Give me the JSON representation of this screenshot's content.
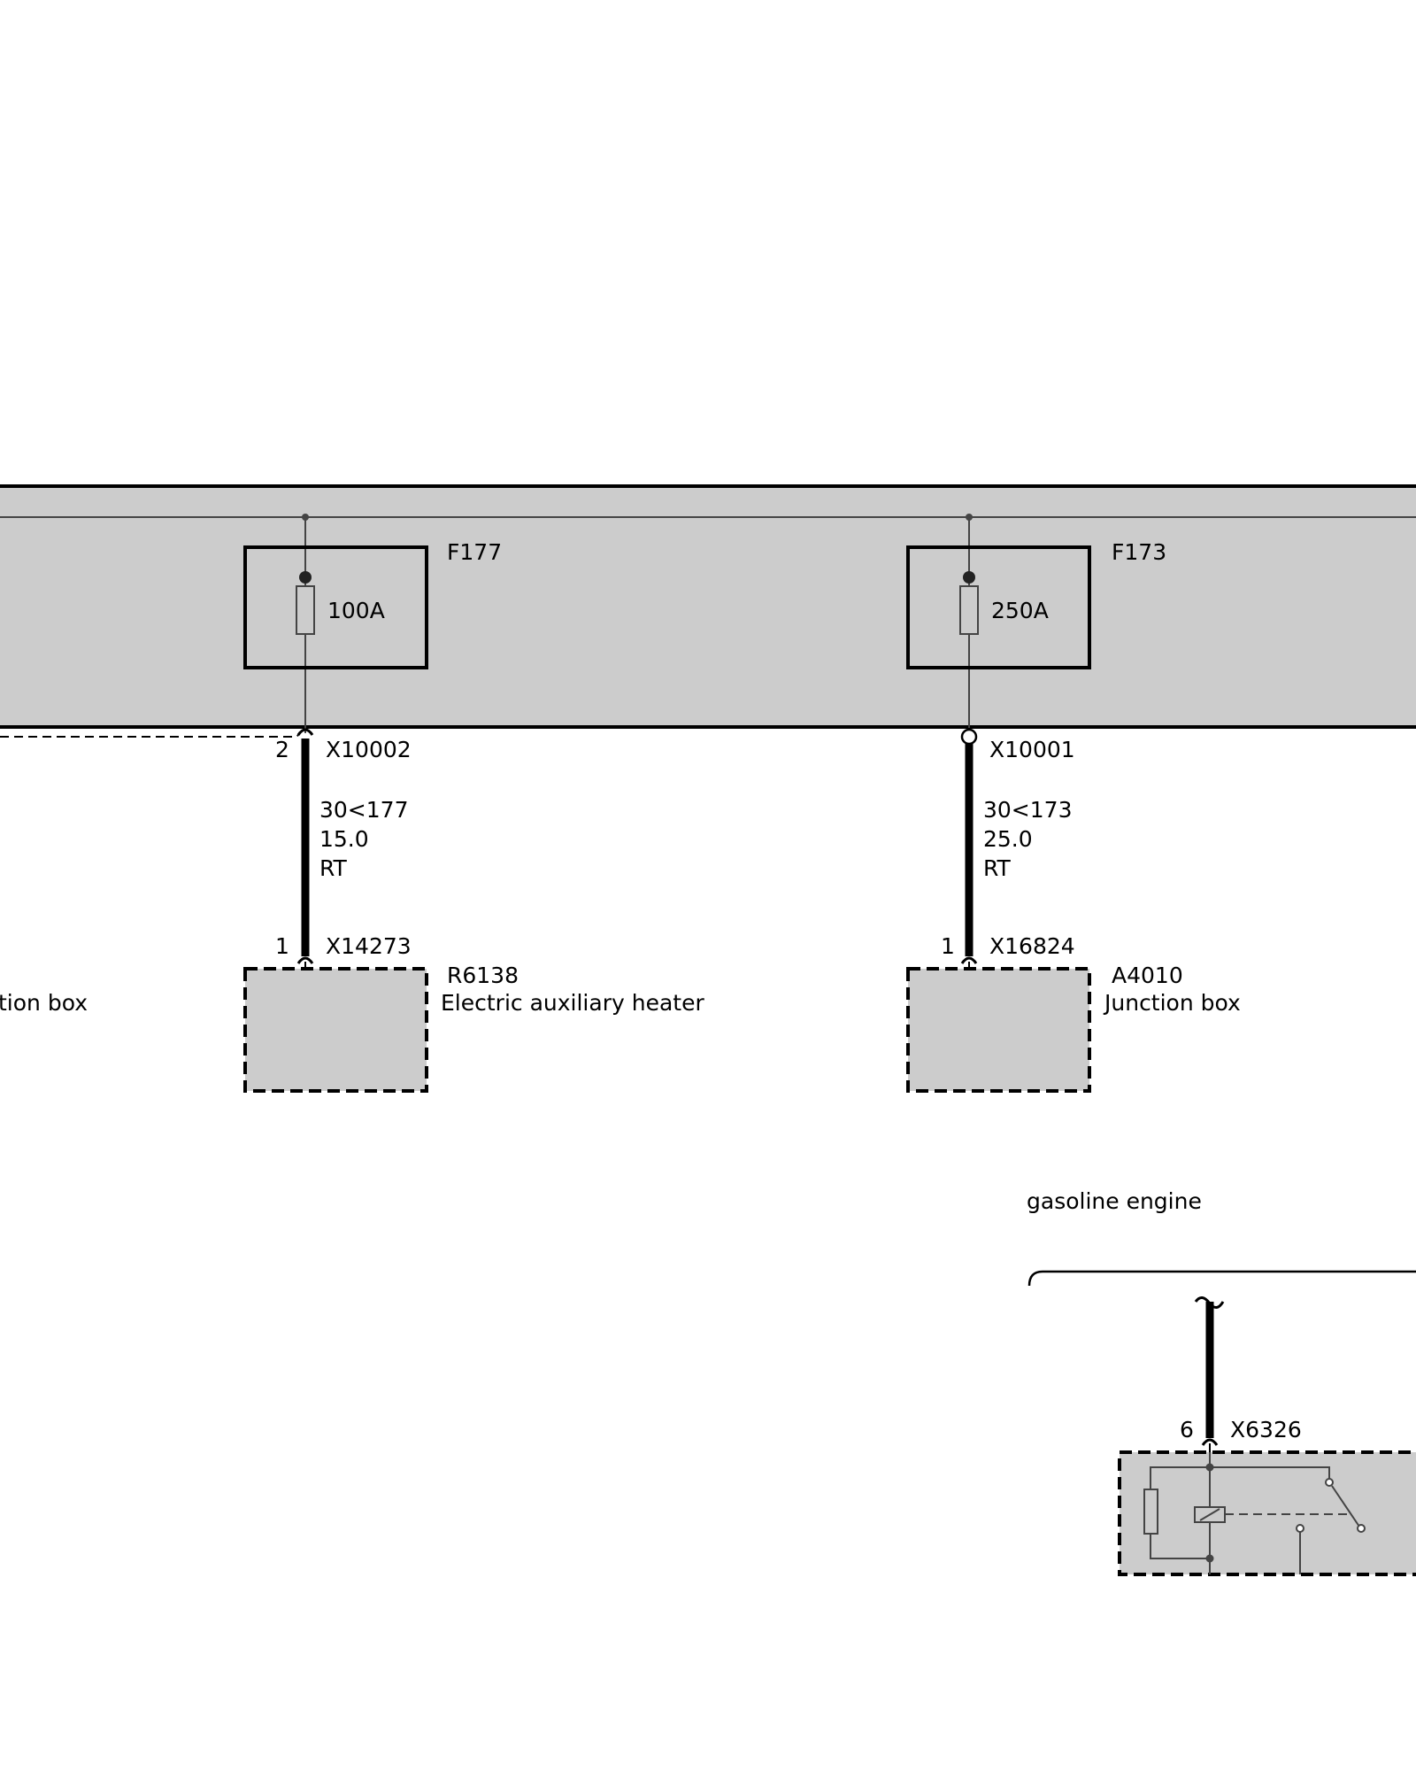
{
  "fuses": [
    {
      "id": "F177",
      "rating": "100A"
    },
    {
      "id": "F173",
      "rating": "250A"
    }
  ],
  "wires": [
    {
      "top_pin": "2",
      "top_connector": "X10002",
      "circuit": "30<177",
      "cross_section": "15.0",
      "color": "RT",
      "bottom_pin": "1",
      "bottom_connector": "X14273"
    },
    {
      "top_connector": "X10001",
      "circuit": "30<173",
      "cross_section": "25.0",
      "color": "RT",
      "bottom_pin": "1",
      "bottom_connector": "X16824"
    }
  ],
  "components": [
    {
      "id": "",
      "name": "tion box"
    },
    {
      "id": "R6138",
      "name": "Electric auxiliary heater"
    },
    {
      "id": "A4010",
      "name": "Junction box"
    }
  ],
  "variant": {
    "label": "gasoline engine",
    "pin": "6",
    "connector": "X6326"
  },
  "colors": {
    "component_fill": "#cccccc",
    "line": "#000000",
    "thin_line": "#444444"
  }
}
